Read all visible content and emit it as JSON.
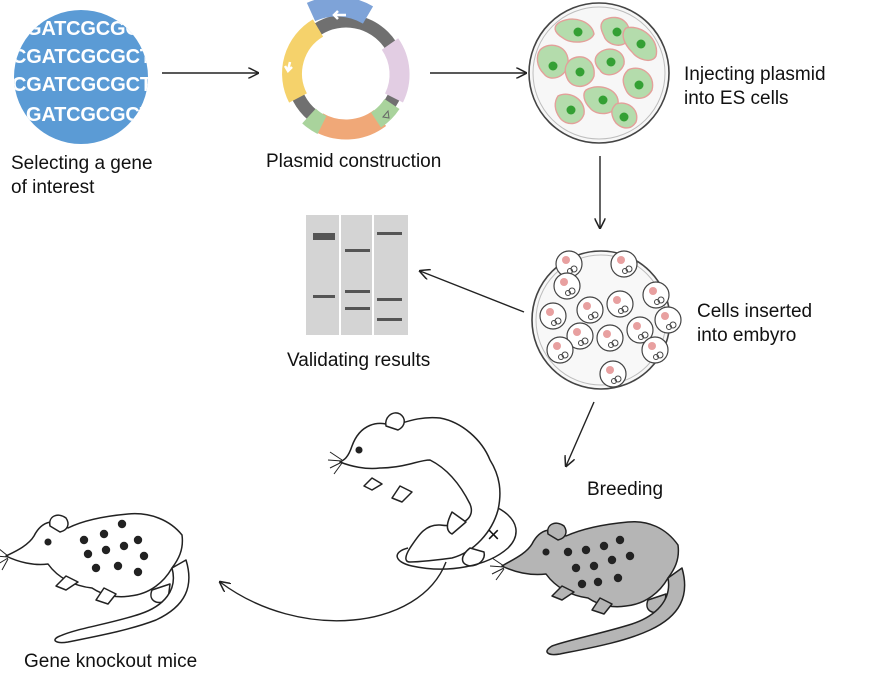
{
  "steps": {
    "select_gene": {
      "line1": "Selecting a gene",
      "line2": "of interest"
    },
    "plasmid": {
      "label": "Plasmid construction"
    },
    "inject": {
      "line1": "Injecting plasmid",
      "line2": "into ES cells"
    },
    "embryo": {
      "line1": "Cells inserted",
      "line2": "into embyro"
    },
    "validate": {
      "label": "Validating results"
    },
    "breeding": {
      "label": "Breeding"
    },
    "knockout": {
      "label": "Gene knockout mice"
    }
  },
  "dna_sequences": [
    "GATCGCGCT",
    "CGATCGCGCTA",
    "CGATCGCGCTA",
    "GATCGCGCT"
  ],
  "cross_symbol": "×",
  "colors": {
    "dna_blue": "#5b9bd5",
    "es_cell_fill": "#a9d3a4",
    "es_nucleus": "#3aa13a",
    "embryo_nucleus": "#e8a0a0",
    "mouse_gray": "#b5b5b5",
    "gel_bg": "#d4d4d4",
    "band": "#595959"
  },
  "icons": [
    "dna-circle-icon",
    "plasmid-icon",
    "es-cell-dish-icon",
    "embryo-dish-icon",
    "gel-icon",
    "white-mouse-icon",
    "gray-mouse-icon",
    "knockout-mouse-icon"
  ]
}
